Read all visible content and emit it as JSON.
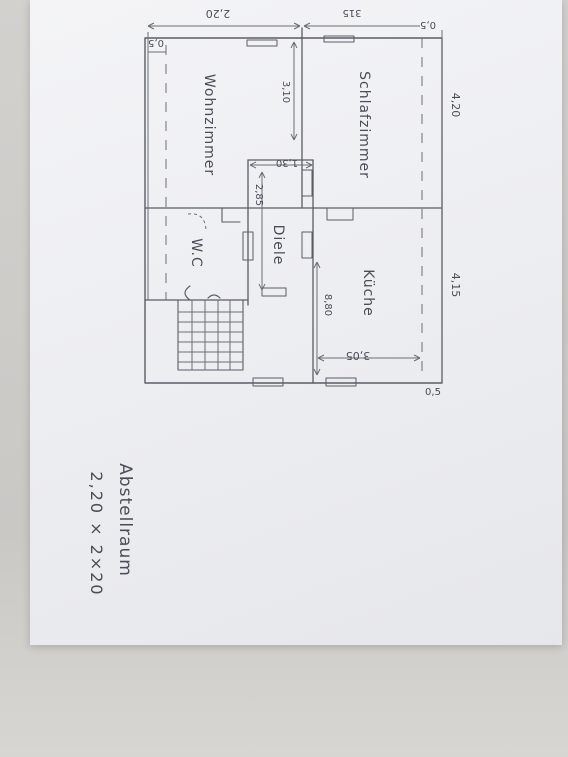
{
  "rooms": {
    "bedroom": "Schlafzimmer",
    "living": "Wohnzimmer",
    "kitchen": "Küche",
    "hall": "Diele",
    "wc": "W.C"
  },
  "dimensions": {
    "top_left": "2,20",
    "top_right": "315",
    "top_edge": "0,5",
    "left_edge": "0,5",
    "right_top": "4,20",
    "right_bottom": "4,15",
    "bedroom_depth": "3,10",
    "hall_width": "1,30",
    "hall_depth": "2,85",
    "kitchen_depth": "8,80",
    "kitchen_width": "3,05",
    "bottom_edge": "0,5"
  },
  "notes": {
    "storage_title": "Abstellraum",
    "storage_size": "2,20 × 2×20"
  }
}
